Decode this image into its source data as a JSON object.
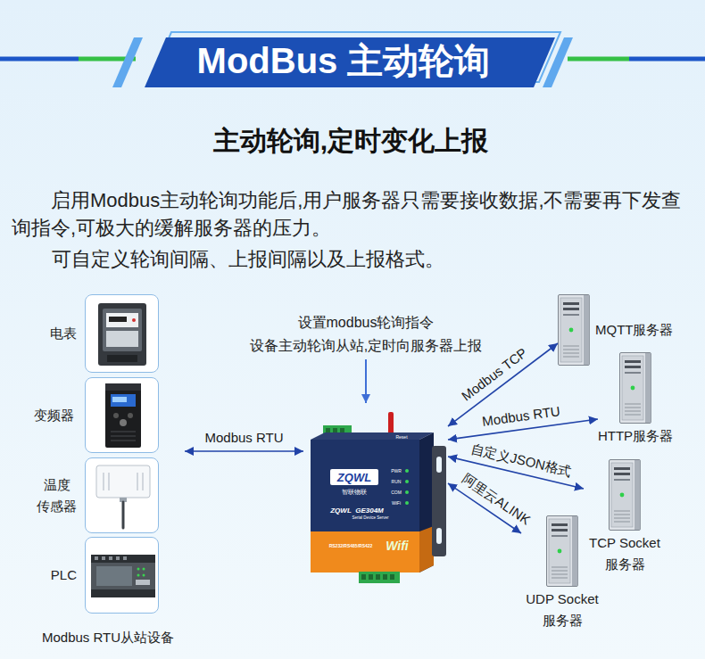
{
  "diagram": {
    "title": "ModBus 主动轮询",
    "nodes": [
      {
        "text": [
          "Modbus RTU从站设备"
        ]
      },
      {
        "text": [
          "电表"
        ],
        "in": 0
      },
      {
        "text": [
          "变频器"
        ],
        "in": 0
      },
      {
        "text": [
          "温度 传感器"
        ],
        "in": 0
      },
      {
        "text": [
          "PLC"
        ],
        "in": 0
      },
      {
        "text": [
          "ZQWL",
          "智联物联",
          "GE304M",
          "Serial Device Server"
        ]
      },
      {
        "text": [
          "MQTT服务器"
        ]
      },
      {
        "text": [
          "HTTP服务器"
        ]
      },
      {
        "text": [
          "TCP Socket 服务器"
        ]
      },
      {
        "text": [
          "UDP Socket 服务器"
        ]
      }
    ],
    "edges": [
      {
        "from": 0,
        "to": 5,
        "arrow": "both",
        "label": "Modbus RTU"
      },
      {
        "from": 5,
        "to": 6,
        "arrow": "both",
        "label": "Modbus TCP"
      },
      {
        "from": 5,
        "to": 7,
        "arrow": "both",
        "label": "Modbus RTU"
      },
      {
        "from": 5,
        "to": 8,
        "arrow": "both",
        "label": "自定义JSON格式"
      },
      {
        "from": 5,
        "to": 9,
        "arrow": "both",
        "label": "阿里云ALINK"
      }
    ],
    "labels": [
      "主动轮询,定时变化上报",
      "启用Modbus主动轮询功能后,用户服务器只需要接收数据,不需要再下发查询指令,可极大的缓解服务器的压力。",
      "可自定义轮询间隔、上报间隔以及上报格式。",
      "设置modbus轮询指令",
      "设备主动轮询从站,定时向服务器上报",
      "Reset",
      "PWR",
      "RUN",
      "COM",
      "WiFi",
      "ZQWL",
      "RS232/RS485/RS422",
      "Wifi"
    ]
  }
}
